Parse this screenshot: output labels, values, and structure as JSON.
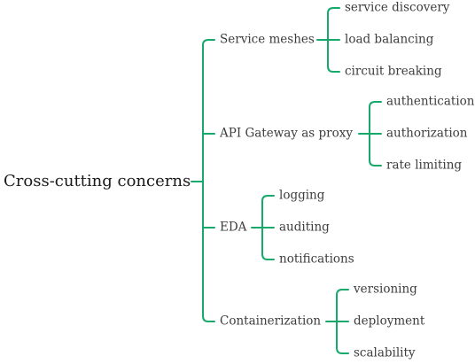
{
  "colors": {
    "connector": "#16a96b",
    "text": "#3d3d3d",
    "root_text": "#1a1a1a"
  },
  "root": {
    "label": "Cross-cutting concerns"
  },
  "branches": [
    {
      "label": "Service meshes",
      "children": [
        "service discovery",
        "load balancing",
        "circuit breaking"
      ]
    },
    {
      "label": "API Gateway as proxy",
      "children": [
        "authentication",
        "authorization",
        "rate limiting"
      ]
    },
    {
      "label": "EDA",
      "children": [
        "logging",
        "auditing",
        "notifications"
      ]
    },
    {
      "label": "Containerization",
      "children": [
        "versioning",
        "deployment",
        "scalability"
      ]
    }
  ]
}
